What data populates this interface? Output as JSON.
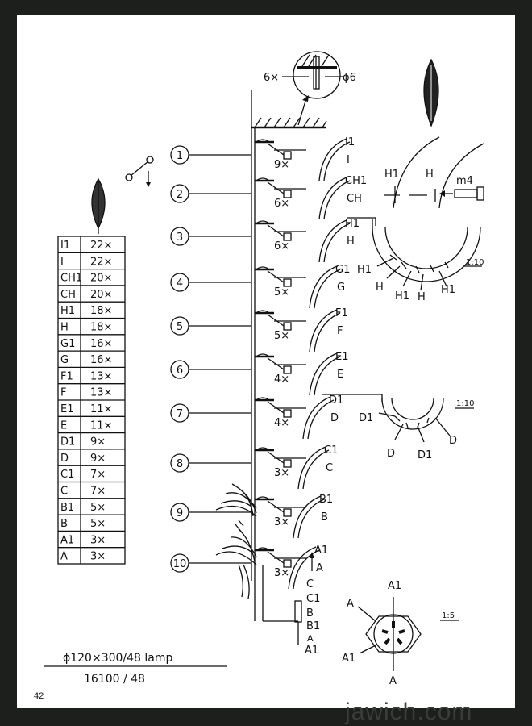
{
  "page": {
    "number": "42",
    "watermark": "jawich.com"
  },
  "parts_table": {
    "rows": [
      {
        "part": "I1",
        "qty": "22×"
      },
      {
        "part": "I",
        "qty": "22×"
      },
      {
        "part": "CH1",
        "qty": "20×"
      },
      {
        "part": "CH",
        "qty": "20×"
      },
      {
        "part": "H1",
        "qty": "18×"
      },
      {
        "part": "H",
        "qty": "18×"
      },
      {
        "part": "G1",
        "qty": "16×"
      },
      {
        "part": "G",
        "qty": "16×"
      },
      {
        "part": "F1",
        "qty": "13×"
      },
      {
        "part": "F",
        "qty": "13×"
      },
      {
        "part": "E1",
        "qty": "11×"
      },
      {
        "part": "E",
        "qty": "11×"
      },
      {
        "part": "D1",
        "qty": "9×"
      },
      {
        "part": "D",
        "qty": "9×"
      },
      {
        "part": "C1",
        "qty": "7×"
      },
      {
        "part": "C",
        "qty": "7×"
      },
      {
        "part": "B1",
        "qty": "5×"
      },
      {
        "part": "B",
        "qty": "5×"
      },
      {
        "part": "A1",
        "qty": "3×"
      },
      {
        "part": "A",
        "qty": "3×"
      }
    ]
  },
  "title_block": {
    "line1": "ϕ120×300/48 lamp",
    "line2": "16100 / 48"
  },
  "levels": [
    {
      "num": "1",
      "count": "9×",
      "upper": "I1",
      "lower": "I"
    },
    {
      "num": "2",
      "count": "6×",
      "upper": "CH1",
      "lower": "CH"
    },
    {
      "num": "3",
      "count": "6×",
      "upper": "H1",
      "lower": "H"
    },
    {
      "num": "4",
      "count": "5×",
      "upper": "G1",
      "lower": "G"
    },
    {
      "num": "5",
      "count": "5×",
      "upper": "F1",
      "lower": "F"
    },
    {
      "num": "6",
      "count": "4×",
      "upper": "E1",
      "lower": "E"
    },
    {
      "num": "7",
      "count": "4×",
      "upper": "D1",
      "lower": "D"
    },
    {
      "num": "8",
      "count": "3×",
      "upper": "C1",
      "lower": "C"
    },
    {
      "num": "9",
      "count": "3×",
      "upper": "B1",
      "lower": "B"
    },
    {
      "num": "10",
      "count": "3×",
      "upper": "A1",
      "lower": "A"
    }
  ],
  "mount_detail": {
    "count": "6×",
    "diameter": "ϕ6"
  },
  "detail_h": {
    "labels": [
      "H1",
      "H",
      "m4"
    ],
    "ring_labels": [
      "H1",
      "H",
      "H1",
      "H",
      "H1"
    ],
    "scale": "1:10"
  },
  "detail_d": {
    "ring_labels": [
      "D1",
      "D",
      "D1",
      "D"
    ],
    "scale": "1:10"
  },
  "bottom_stack": [
    "C",
    "C1",
    "B",
    "B1",
    "A",
    "A1"
  ],
  "star_detail": {
    "labels": [
      "A1",
      "A",
      "A1",
      "A"
    ],
    "scale": "1:5"
  }
}
